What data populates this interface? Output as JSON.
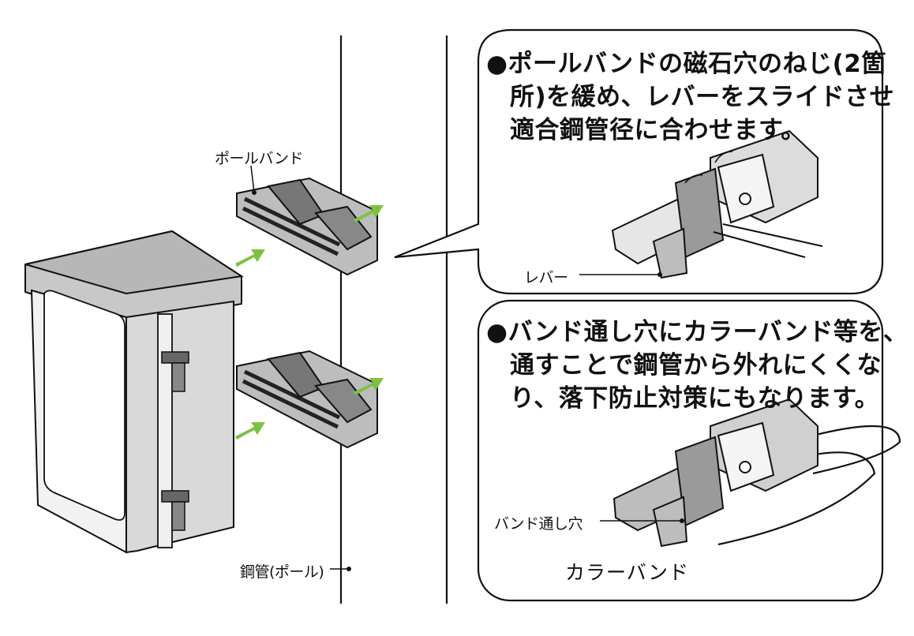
{
  "labels": {
    "pole_band": "ポールバンド",
    "steel_pipe": "鋼管(ポール)",
    "lever": "レバー",
    "band_hole": "バンド通し穴",
    "collar_band": "カラーバンド"
  },
  "callouts": {
    "top": {
      "bullet": "●",
      "lines": [
        "ポールバンドの磁石穴のねじ(2箇",
        "所)を緩め、レバーをスライドさせ",
        "適合鋼管径に合わせます。"
      ]
    },
    "bottom": {
      "bullet": "●",
      "lines": [
        "バンド通し穴にカラーバンド等を、",
        "通すことで鋼管から外れにくくな",
        "り、落下防止対策にもなります。"
      ]
    }
  },
  "colors": {
    "arrow": "#7cc242",
    "outline": "#111111",
    "shade_dark": "#555555",
    "shade_mid": "#9a9a9a",
    "shade_light": "#cfcfcf"
  }
}
